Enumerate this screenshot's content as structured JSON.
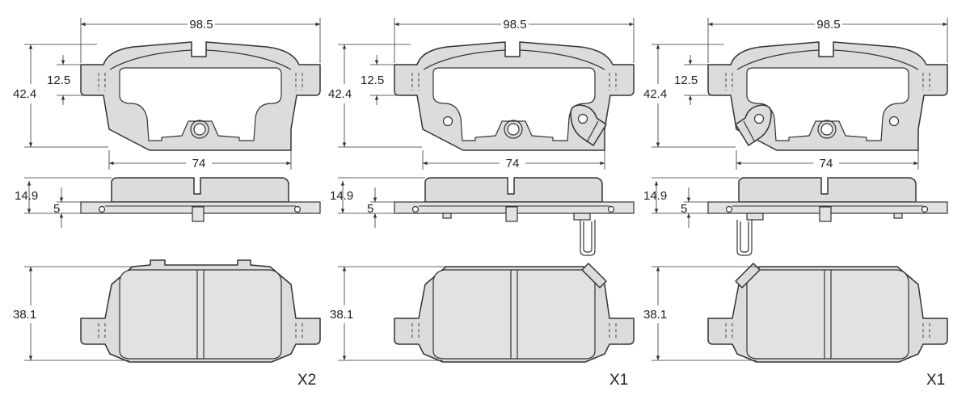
{
  "columns": [
    {
      "width": "98.5",
      "height": "42.4",
      "inner": "12.5",
      "bottom": "74",
      "thickness": "14.9",
      "backing": "5",
      "profile_height": "38.1",
      "quantity": "X2",
      "wear_sensor": "none"
    },
    {
      "width": "98.5",
      "height": "42.4",
      "inner": "12.5",
      "bottom": "74",
      "thickness": "14.9",
      "backing": "5",
      "profile_height": "38.1",
      "quantity": "X1",
      "wear_sensor": "right"
    },
    {
      "width": "98.5",
      "height": "42.4",
      "inner": "12.5",
      "bottom": "74",
      "thickness": "14.9",
      "backing": "5",
      "profile_height": "38.1",
      "quantity": "X1",
      "wear_sensor": "left"
    }
  ]
}
